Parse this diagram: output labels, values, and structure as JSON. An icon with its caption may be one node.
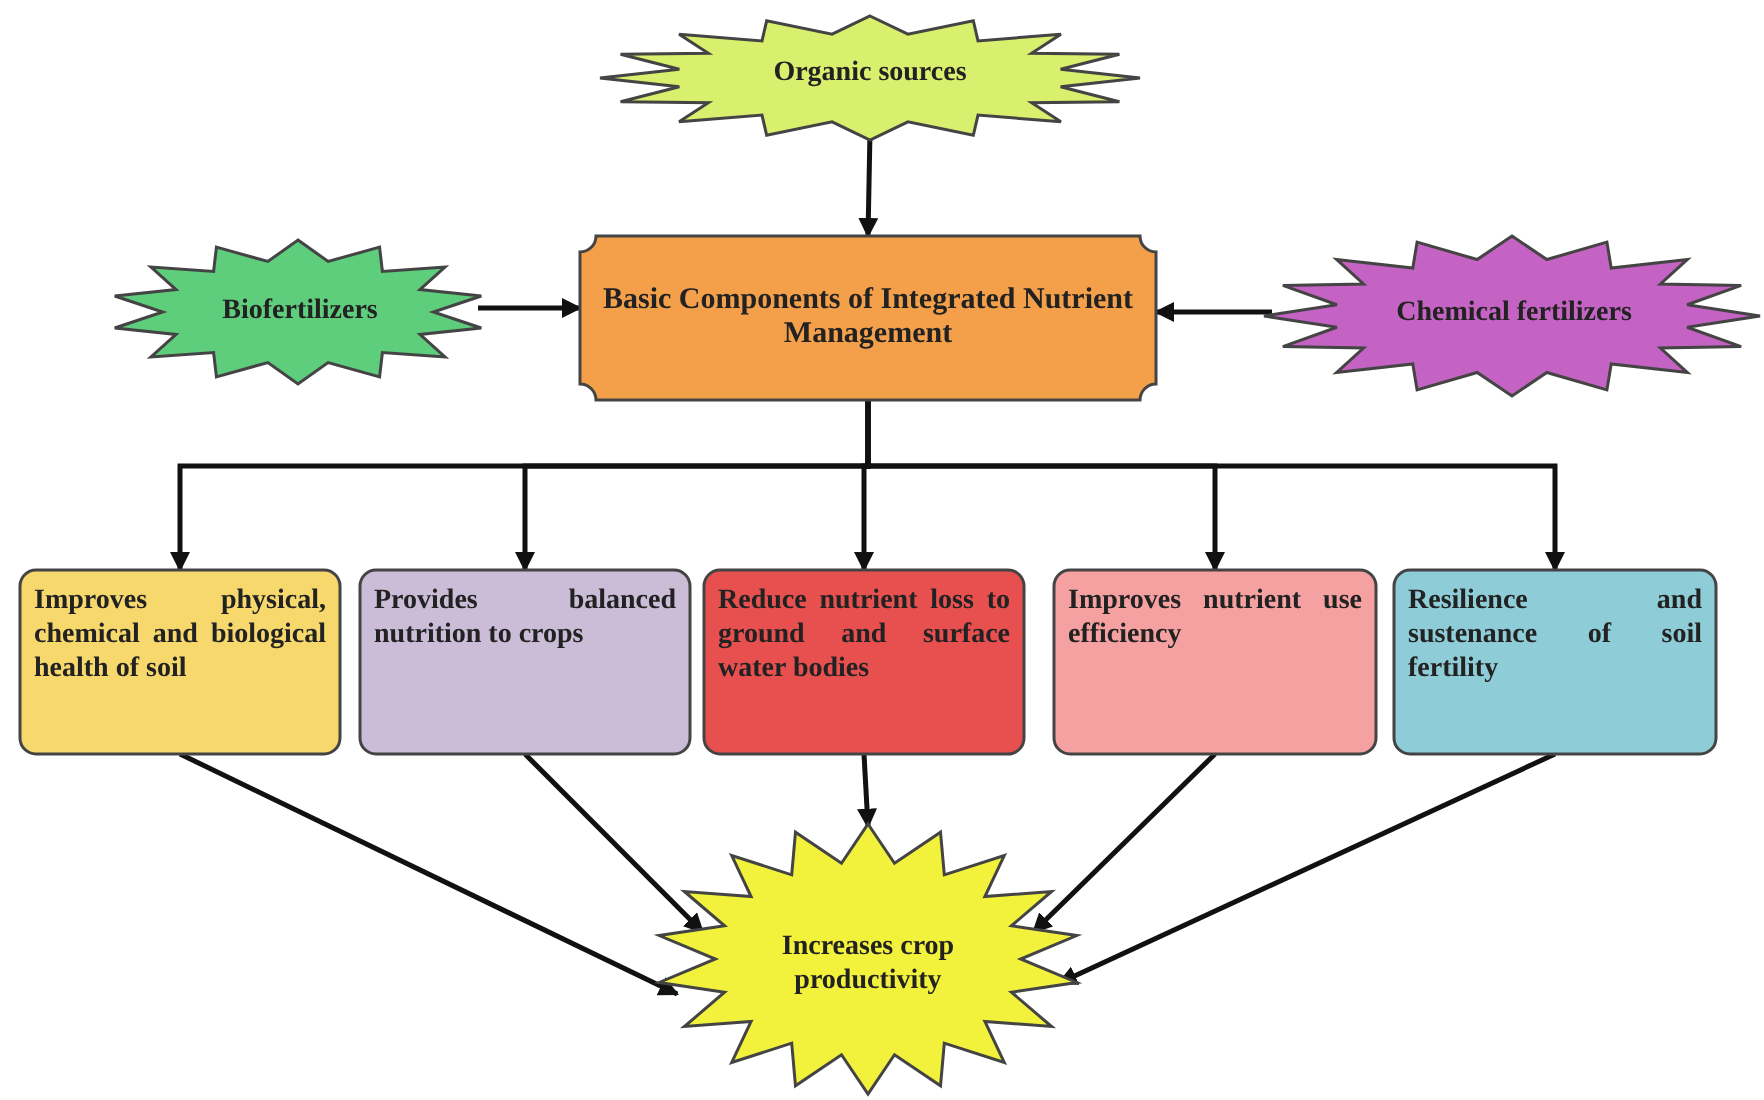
{
  "diagram": {
    "nodes": [
      {
        "text": [
          "Organic sources"
        ]
      },
      {
        "text": [
          "Biofertilizers"
        ]
      },
      {
        "text": [
          "Basic Components of Integrated Nutrient Management"
        ]
      },
      {
        "text": [
          "Chemical fertilizers"
        ]
      },
      {
        "text": [
          "Improves physical, chemical and biological health of soil"
        ]
      },
      {
        "text": [
          "Provides balanced nutrition to crops"
        ]
      },
      {
        "text": [
          "Reduce nutrient loss to ground and surface water bodies"
        ]
      },
      {
        "text": [
          "Improves nutrient use efficiency"
        ]
      },
      {
        "text": [
          "Resilience and sustenance of soil fertility"
        ]
      },
      {
        "text": [
          "Increases crop productivity"
        ]
      }
    ],
    "edges": [
      {
        "from": 0,
        "to": 2,
        "arrow": "to"
      },
      {
        "from": 1,
        "to": 2,
        "arrow": "to"
      },
      {
        "from": 3,
        "to": 2,
        "arrow": "to"
      },
      {
        "from": 2,
        "to": 4,
        "arrow": "to"
      },
      {
        "from": 2,
        "to": 5,
        "arrow": "to"
      },
      {
        "from": 2,
        "to": 6,
        "arrow": "to"
      },
      {
        "from": 2,
        "to": 7,
        "arrow": "to"
      },
      {
        "from": 2,
        "to": 8,
        "arrow": "to"
      },
      {
        "from": 4,
        "to": 9,
        "arrow": "to"
      },
      {
        "from": 5,
        "to": 9,
        "arrow": "to"
      },
      {
        "from": 6,
        "to": 9,
        "arrow": "to"
      },
      {
        "from": 7,
        "to": 9,
        "arrow": "to"
      },
      {
        "from": 8,
        "to": 9,
        "arrow": "to"
      }
    ]
  }
}
